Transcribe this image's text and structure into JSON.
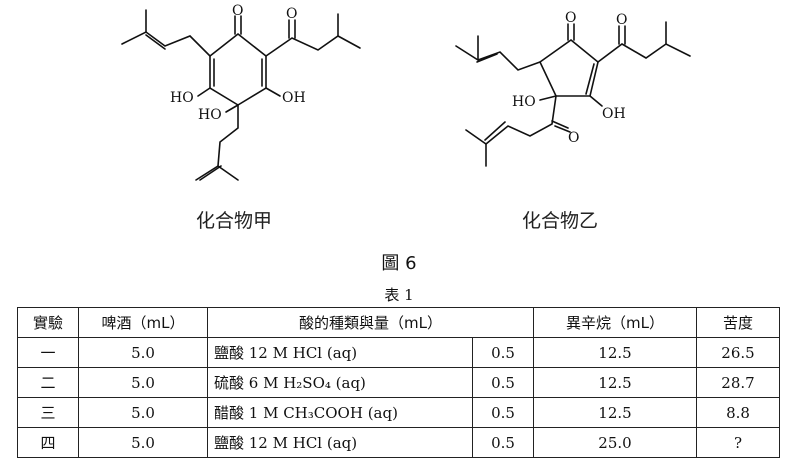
{
  "figure": {
    "compounds": [
      {
        "label": "化合物甲",
        "atoms": {
          "o_top1": "O",
          "o_top2": "O",
          "oh_left": "HO",
          "oh_left2": "HO",
          "oh_right": "OH"
        }
      },
      {
        "label": "化合物乙",
        "atoms": {
          "o_top1": "O",
          "o_top2": "O",
          "oh_left": "HO",
          "oh_right": "OH",
          "o_bottom": "O"
        }
      }
    ],
    "caption": "圖 6"
  },
  "table": {
    "caption": "表 1",
    "headers": [
      "實驗",
      "啤酒（mL）",
      "酸的種類與量（mL）",
      "異辛烷（mL）",
      "苦度"
    ],
    "rows": [
      {
        "exp": "一",
        "beer": "5.0",
        "acid_name": "鹽酸 12 M HCl (aq)",
        "acid_vol": "0.5",
        "isooctane": "12.5",
        "bitterness": "26.5"
      },
      {
        "exp": "二",
        "beer": "5.0",
        "acid_name": "硫酸 6 M H₂SO₄ (aq)",
        "acid_vol": "0.5",
        "isooctane": "12.5",
        "bitterness": "28.7"
      },
      {
        "exp": "三",
        "beer": "5.0",
        "acid_name": "醋酸 1 M CH₃COOH (aq)",
        "acid_vol": "0.5",
        "isooctane": "12.5",
        "bitterness": "8.8"
      },
      {
        "exp": "四",
        "beer": "5.0",
        "acid_name": "鹽酸 12 M HCl (aq)",
        "acid_vol": "0.5",
        "isooctane": "25.0",
        "bitterness": "?"
      }
    ]
  }
}
